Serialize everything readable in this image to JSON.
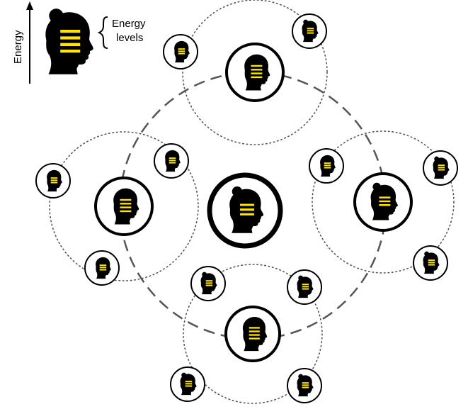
{
  "legend": {
    "axis_label": "Energy",
    "brace_label_line1": "Energy",
    "brace_label_line2": "levels"
  },
  "colors": {
    "ink": "#000000",
    "energy_level": "#ffe500",
    "dashed_orbit": "#555555",
    "dotted_orbit": "#555555",
    "background": "#ffffff"
  },
  "nodes": {
    "center": {
      "levels": 3,
      "head": "female"
    },
    "hubs": [
      {
        "id": "top",
        "levels": 4,
        "head": "male"
      },
      {
        "id": "left",
        "levels": 4,
        "head": "male"
      },
      {
        "id": "right",
        "levels": 3,
        "head": "female"
      },
      {
        "id": "bottom",
        "levels": 4,
        "head": "male"
      }
    ],
    "satellites": [
      {
        "hub": "top",
        "levels": 3,
        "head": "male"
      },
      {
        "hub": "top",
        "levels": 3,
        "head": "female"
      },
      {
        "hub": "left",
        "levels": 3,
        "head": "male"
      },
      {
        "hub": "left",
        "levels": 3,
        "head": "male"
      },
      {
        "hub": "left",
        "levels": 3,
        "head": "male"
      },
      {
        "hub": "right",
        "levels": 3,
        "head": "male"
      },
      {
        "hub": "right",
        "levels": 3,
        "head": "female"
      },
      {
        "hub": "right",
        "levels": 3,
        "head": "female"
      },
      {
        "hub": "bottom",
        "levels": 3,
        "head": "female"
      },
      {
        "hub": "bottom",
        "levels": 3,
        "head": "female"
      },
      {
        "hub": "bottom",
        "levels": 3,
        "head": "female"
      },
      {
        "hub": "bottom",
        "levels": 3,
        "head": "female"
      }
    ]
  }
}
